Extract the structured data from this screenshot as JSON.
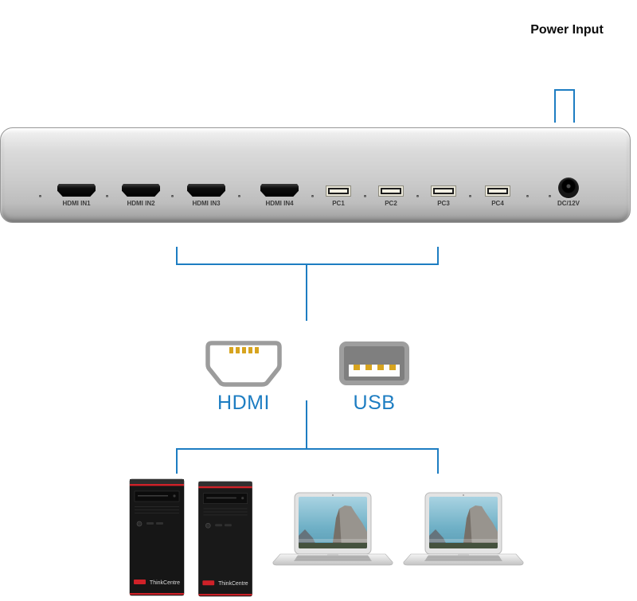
{
  "power": {
    "label": "Power Input"
  },
  "panel": {
    "ports": [
      {
        "type": "hdmi",
        "label": "HDMI IN1"
      },
      {
        "type": "hdmi",
        "label": "HDMI IN2"
      },
      {
        "type": "hdmi",
        "label": "HDMI IN3"
      },
      {
        "type": "hdmi",
        "label": "HDMI IN4"
      },
      {
        "type": "usb",
        "label": "PC1"
      },
      {
        "type": "usb",
        "label": "PC2"
      },
      {
        "type": "usb",
        "label": "PC3"
      },
      {
        "type": "usb",
        "label": "PC4"
      },
      {
        "type": "dc",
        "label": "DC/12V"
      }
    ]
  },
  "legend": {
    "hdmi": "HDMI",
    "usb": "USB"
  },
  "computers": {
    "tower_label": "ThinkCentre"
  },
  "colors": {
    "accent": "#1d7dc2",
    "tower_red": "#cf2128",
    "pin_gold": "#d7a41f"
  }
}
